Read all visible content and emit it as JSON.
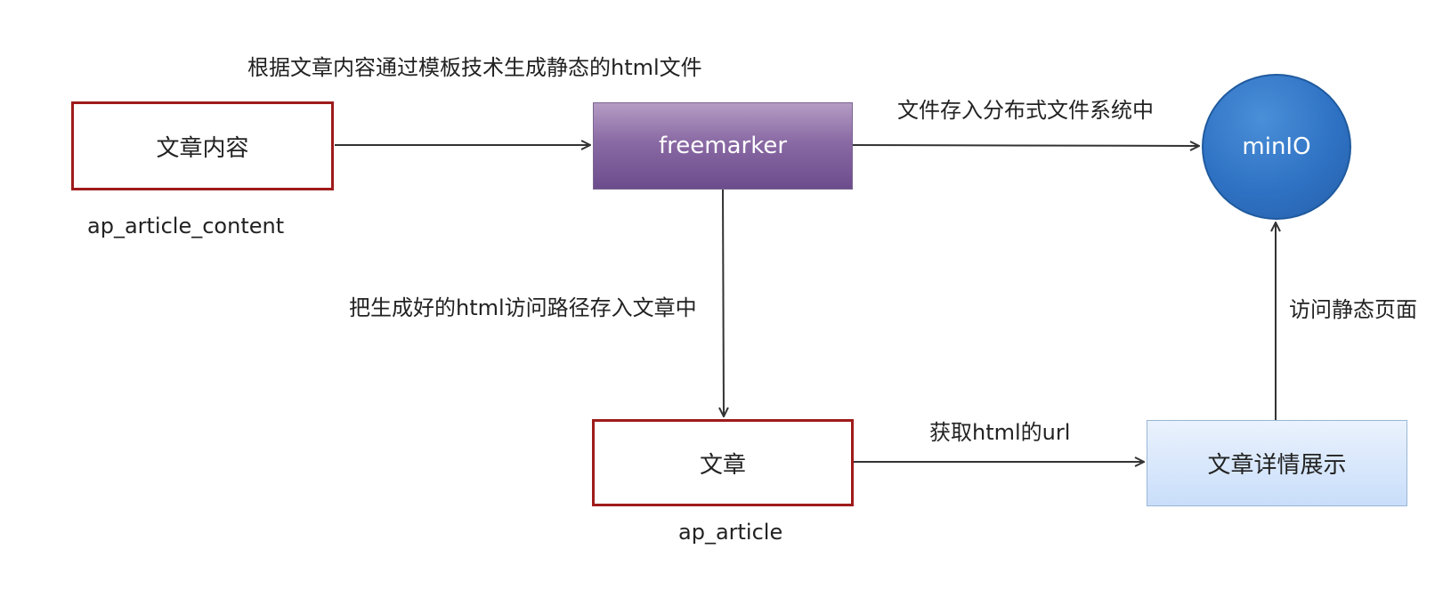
{
  "nodes": {
    "article_content": {
      "label": "文章内容",
      "table": "ap_article_content"
    },
    "freemarker": {
      "label": "freemarker"
    },
    "minio": {
      "label": "minIO"
    },
    "article": {
      "label": "文章",
      "table": "ap_article"
    },
    "detail": {
      "label": "文章详情展示"
    }
  },
  "edges": {
    "content_to_freemarker": "根据文章内容通过模板技术生成静态的html文件",
    "freemarker_to_minio": "文件存入分布式文件系统中",
    "freemarker_to_article": "把生成好的html访问路径存入文章中",
    "article_to_detail": "获取html的url",
    "detail_to_minio": "访问静态页面"
  },
  "colors": {
    "box_border": "#9e1b1b",
    "arrow": "#333333",
    "freemarker_fill": "#7e5e9a",
    "minio_fill": "#2f72c4",
    "detail_fill": "#c9defa"
  }
}
